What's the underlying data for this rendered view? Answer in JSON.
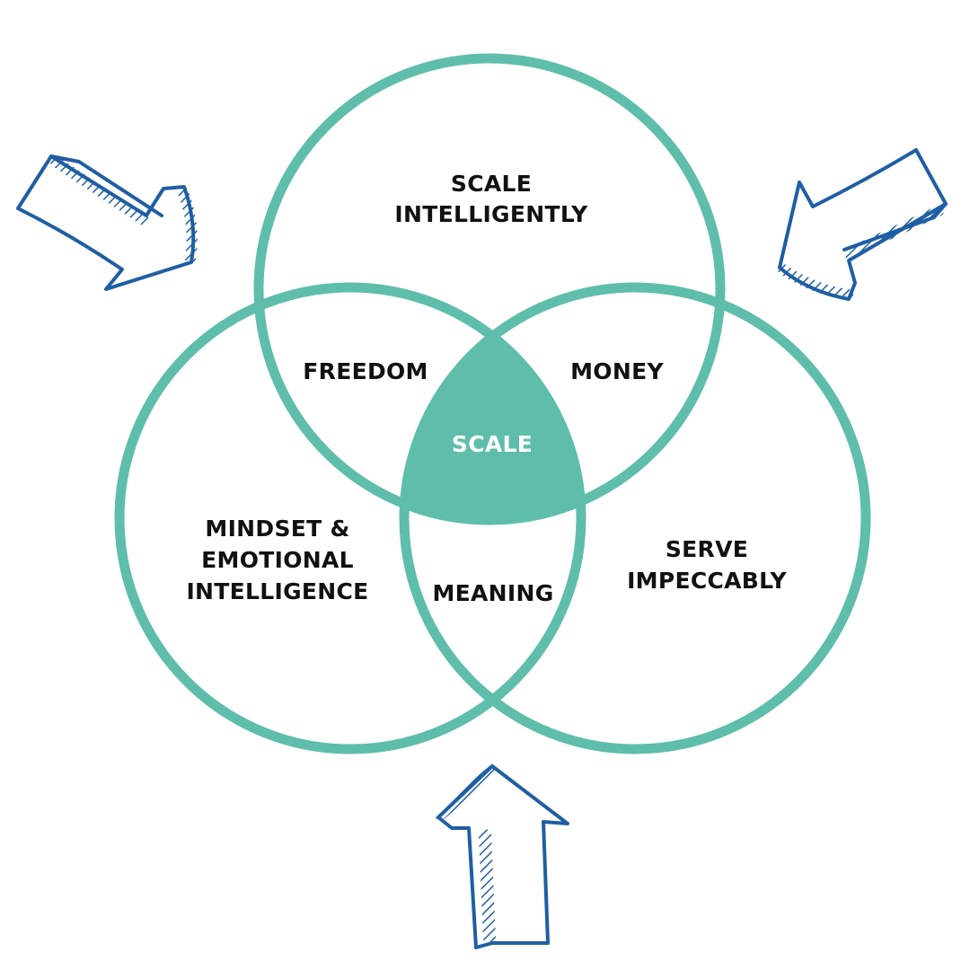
{
  "colors": {
    "circle_stroke": "#5fbeab",
    "center_fill": "#5fbeab",
    "label_text": "#111111",
    "center_text": "#ffffff",
    "arrow_stroke": "#1f5ea3",
    "background": "#ffffff"
  },
  "diagram": {
    "circles": [
      {
        "name": "top-circle",
        "labels": [
          "SCALE",
          "INTELLIGENTLY"
        ]
      },
      {
        "name": "left-circle",
        "labels": [
          "MINDSET &",
          "EMOTIONAL",
          "INTELLIGENCE"
        ]
      },
      {
        "name": "right-circle",
        "labels": [
          "SERVE",
          "IMPECCABLY"
        ]
      }
    ],
    "overlaps": {
      "top_left": "FREEDOM",
      "top_right": "MONEY",
      "left_right": "MEANING",
      "center": "SCALE"
    }
  },
  "arrows": [
    {
      "name": "top-left-arrow-icon"
    },
    {
      "name": "top-right-arrow-icon"
    },
    {
      "name": "bottom-arrow-icon"
    }
  ]
}
